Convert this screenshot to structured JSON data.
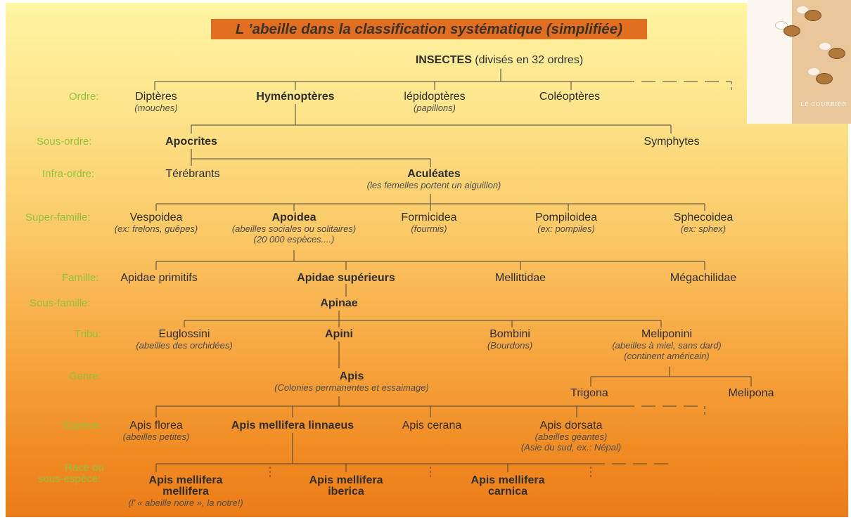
{
  "title": "L ’abeille dans la classification systématique (simplifiée)",
  "thumbnail_caption": "LE COURRIER",
  "root": {
    "name_bold": "INSECTES",
    "name_rest": " (divisés en 32 ordres)"
  },
  "ranks": {
    "ordre": "Ordre:",
    "sous_ordre": "Sous-ordre:",
    "infra_ordre": "Infra-ordre:",
    "super_famille": "Super-famille:",
    "famille": "Famille:",
    "sous_famille": "Sous-famille:",
    "tribu": "Tribu:",
    "genre": "Genre:",
    "espece": "Espèce:",
    "race_1": "Race ou",
    "race_2": "sous-espèce:"
  },
  "ordre": {
    "dipteres": {
      "name": "Diptères",
      "sub": "(mouches)"
    },
    "hymenopteres": {
      "name": "Hyménoptères"
    },
    "lepidopteres": {
      "name": "lépidoptères",
      "sub": "(papillons)"
    },
    "coleopteres": {
      "name": "Coléoptères"
    }
  },
  "sous_ordre": {
    "apocrites": {
      "name": "Apocrites"
    },
    "symphytes": {
      "name": "Symphytes"
    }
  },
  "infra_ordre": {
    "terebrants": {
      "name": "Térébrants"
    },
    "aculeates": {
      "name": "Aculéates",
      "sub": "(les femelles portent un aiguillon)"
    }
  },
  "super_famille": {
    "vespoidea": {
      "name": "Vespoidea",
      "sub": "(ex: frelons, guêpes)"
    },
    "apoidea": {
      "name": "Apoidea",
      "sub": "(abeilles sociales ou solitaires)",
      "sub2": "(20 000 espèces....)"
    },
    "formicidea": {
      "name": "Formicidea",
      "sub": "(fourmis)"
    },
    "pompiloidea": {
      "name": "Pompiloidea",
      "sub": "(ex: pompiles)"
    },
    "sphecoidea": {
      "name": "Sphecoidea",
      "sub": "(ex: sphex)"
    }
  },
  "famille": {
    "apidae_primitifs": {
      "name": "Apidae primitifs"
    },
    "apidae_superieurs": {
      "name": "Apidae supérieurs"
    },
    "mellittidae": {
      "name": "Mellittidae"
    },
    "megachilidae": {
      "name": "Mégachilidae"
    }
  },
  "sous_famille": {
    "apinae": {
      "name": "Apinae"
    }
  },
  "tribu": {
    "euglossini": {
      "name": "Euglossini",
      "sub": "(abeilles des orchidées)"
    },
    "apini": {
      "name": "Apini"
    },
    "bombini": {
      "name": "Bombini",
      "sub": "(Bourdons)"
    },
    "meliponini": {
      "name": "Meliponini",
      "sub": "(abeilles à miel, sans dard)",
      "sub2": "(continent américain)"
    }
  },
  "genre": {
    "apis": {
      "name": "Apis",
      "sub": "(Colonies permanentes et essaimage)"
    },
    "trigona": {
      "name": "Trigona"
    },
    "melipona": {
      "name": "Melipona"
    }
  },
  "espece": {
    "florea": {
      "name": "Apis florea",
      "sub": "(abeilles petites)"
    },
    "mellifera_linnaeus": {
      "name": "Apis mellifera linnaeus"
    },
    "cerana": {
      "name": "Apis cerana"
    },
    "dorsata": {
      "name": "Apis dorsata",
      "sub": "(abeilles géantes)",
      "sub2": "(Asie du sud, ex.: Népal)"
    }
  },
  "race": {
    "mellifera_mellifera": {
      "name": "Apis mellifera",
      "name2": "mellifera",
      "sub": "(l’ « abeille noire », la notre!)"
    },
    "iberica": {
      "name": "Apis mellifera",
      "name2": "iberica"
    },
    "carnica": {
      "name": "Apis mellifera",
      "name2": "carnica"
    }
  },
  "colors": {
    "rank_label": "#8fc33a",
    "title_box": "#e26f21",
    "line": "#444444"
  }
}
